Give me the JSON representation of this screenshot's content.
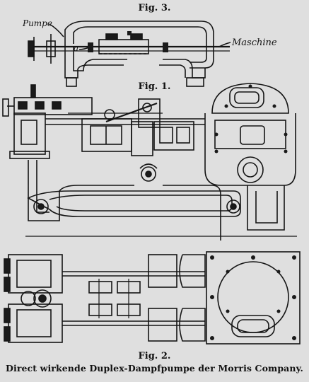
{
  "figures": {
    "fig3_caption": "Fig. 3.",
    "fig1_caption": "Fig. 1.",
    "fig2_caption": "Fig. 2."
  },
  "labels": {
    "pumpe": "Pumpe",
    "a": "a",
    "maschine": "Maschine"
  },
  "title": "Direct wirkende Duplex-Dampfpumpe der Morris Company."
}
